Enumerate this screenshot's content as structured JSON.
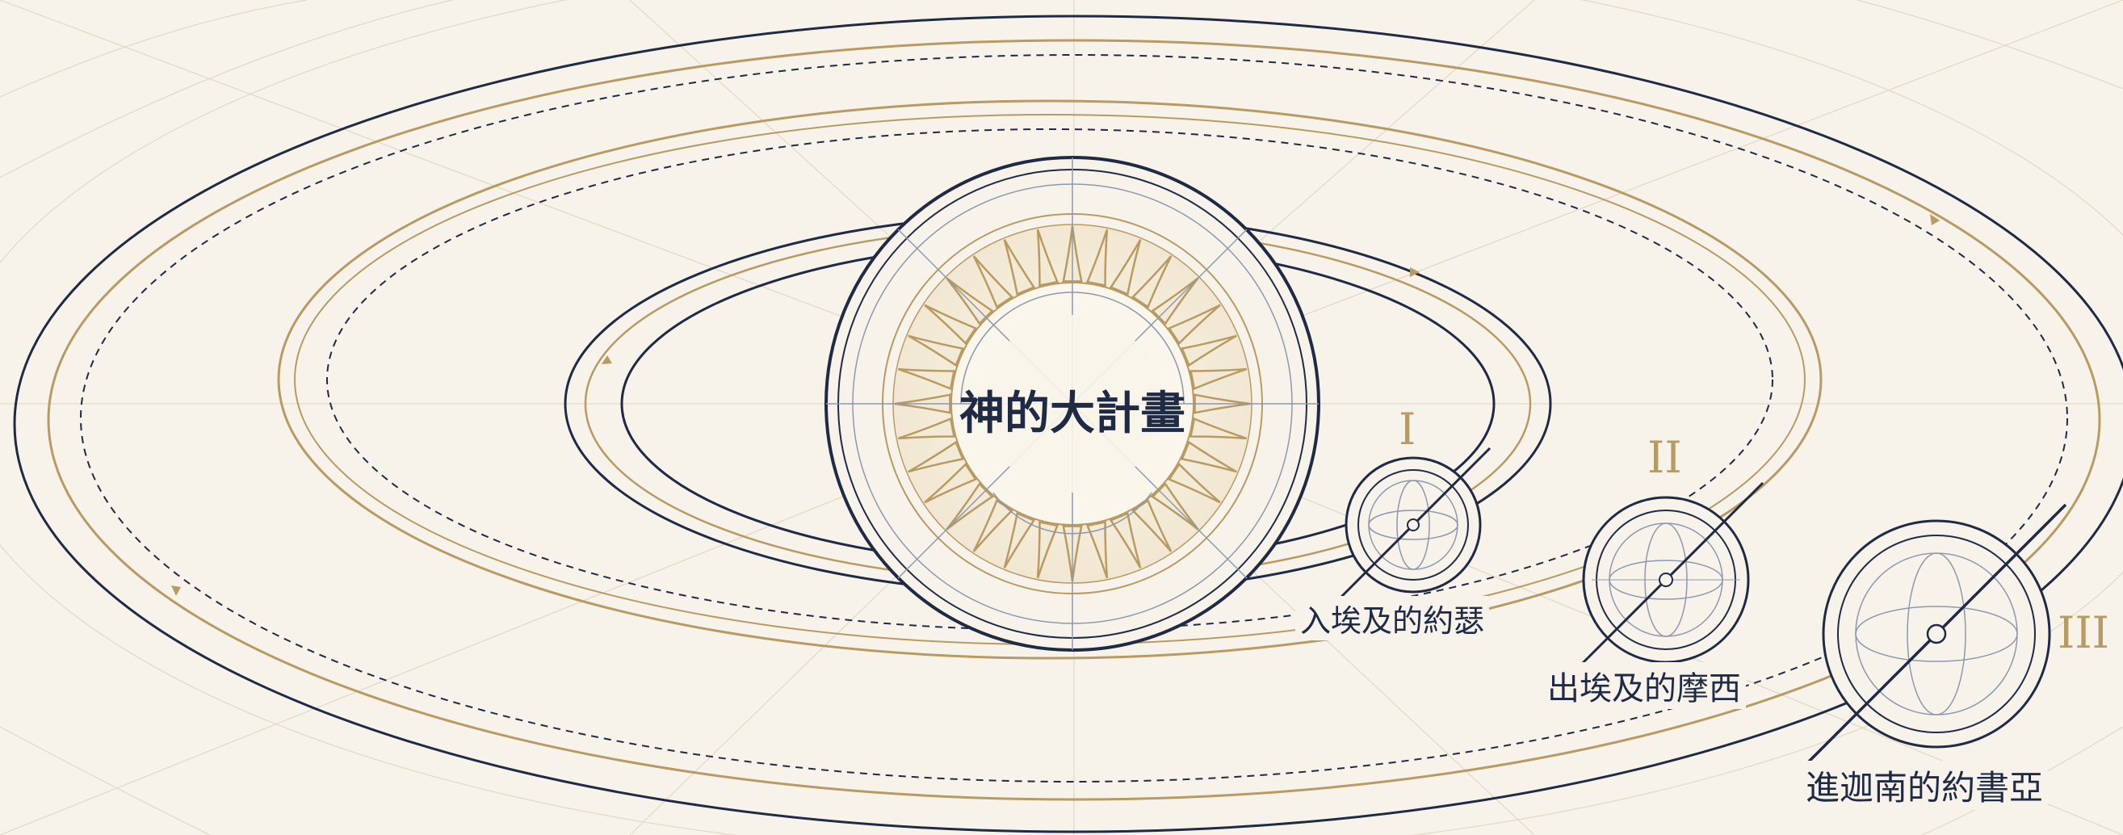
{
  "center": {
    "title": "神的大計畫"
  },
  "stages": [
    {
      "numeral": "I",
      "label": "入埃及的約瑟"
    },
    {
      "numeral": "II",
      "label": "出埃及的摩西"
    },
    {
      "numeral": "III",
      "label": "進迦南的約書亞"
    }
  ],
  "colors": {
    "navy": "#1f2a44",
    "gold": "#b89a63",
    "background": "#f7f3ea",
    "faint": "#d9d0bd"
  }
}
